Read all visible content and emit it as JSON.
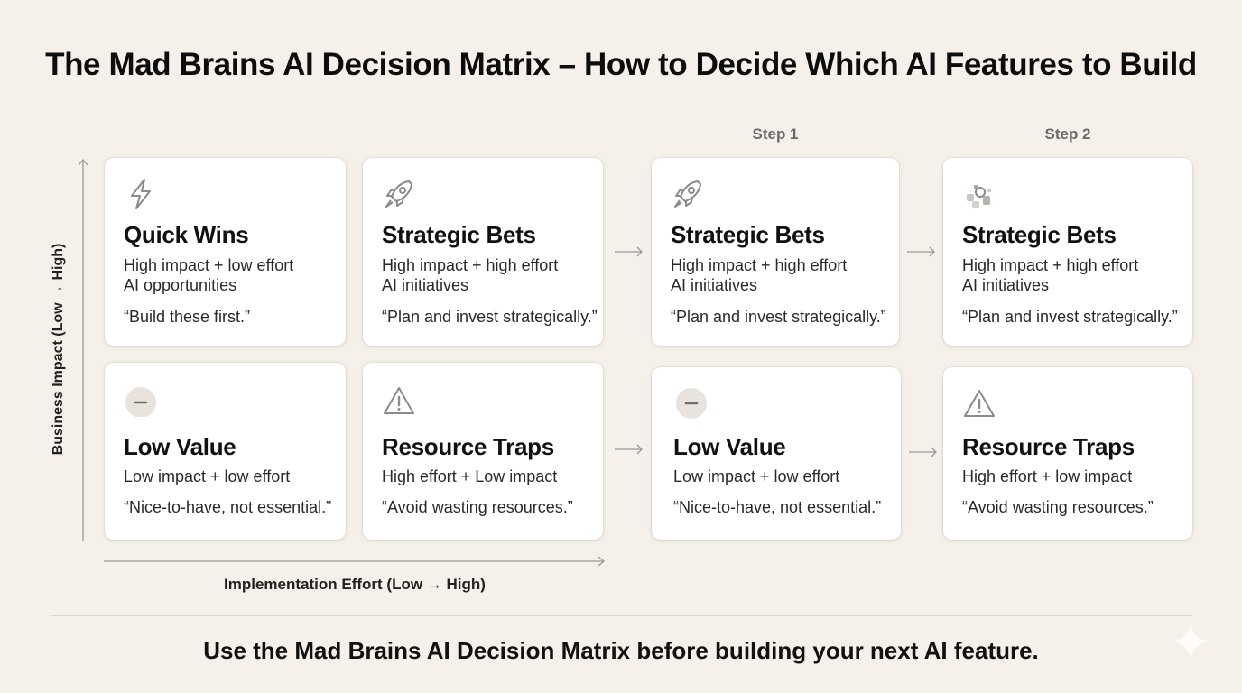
{
  "title": "The Mad Brains AI Decision Matrix – How to Decide Which AI Features to Build",
  "steps": [
    "Step 1",
    "Step 2"
  ],
  "axes": {
    "y_label": "Business Impact (Low → High)",
    "x_label": "Implementation Effort (Low → High)"
  },
  "matrix": {
    "quick_wins": {
      "icon": "lightning-icon",
      "title": "Quick Wins",
      "desc": [
        "High impact + low effort",
        "AI opportunities"
      ],
      "quote": "“Build these first.”"
    },
    "strategic_bets": {
      "icon": "rocket-icon",
      "title": "Strategic Bets",
      "desc": [
        "High impact + high effort",
        "AI initiatives"
      ],
      "quote": "“Plan and invest strategically.”"
    },
    "low_value": {
      "icon": "minus-circle-icon",
      "title": "Low Value",
      "desc": [
        "Low impact + low effort"
      ],
      "quote": "“Nice-to-have, not essential.”"
    },
    "resource_traps": {
      "icon": "warning-icon",
      "title": "Resource Traps",
      "desc": [
        "High effort + Low impact"
      ],
      "quote": "“Avoid wasting resources.”"
    }
  },
  "step1": {
    "top": {
      "icon": "rocket-icon",
      "title": "Strategic Bets",
      "desc": [
        "High impact + high effort",
        "AI initiatives"
      ],
      "quote": "“Plan and invest strategically.”"
    },
    "bottom": {
      "icon": "minus-circle-icon",
      "title": "Low Value",
      "desc": [
        "Low impact + low effort"
      ],
      "quote": "“Nice-to-have, not essential.”"
    }
  },
  "step2": {
    "top": {
      "icon": "glitched-icon",
      "title": "Strategic Bets",
      "desc": [
        "High impact + high effort",
        "AI initiatives"
      ],
      "quote": "“Plan and invest strategically.”"
    },
    "bottom": {
      "icon": "warning-icon",
      "title": "Resource Traps",
      "desc": [
        "High effort + low impact"
      ],
      "quote": "“Avoid wasting resources.”"
    }
  },
  "footer": "Use the Mad Brains AI Decision Matrix before building your next AI feature.",
  "colors": {
    "background": "#f5f1ea",
    "card": "#ffffff",
    "icon_stroke": "#8a8a8a",
    "arrow": "#9a9a9a"
  }
}
